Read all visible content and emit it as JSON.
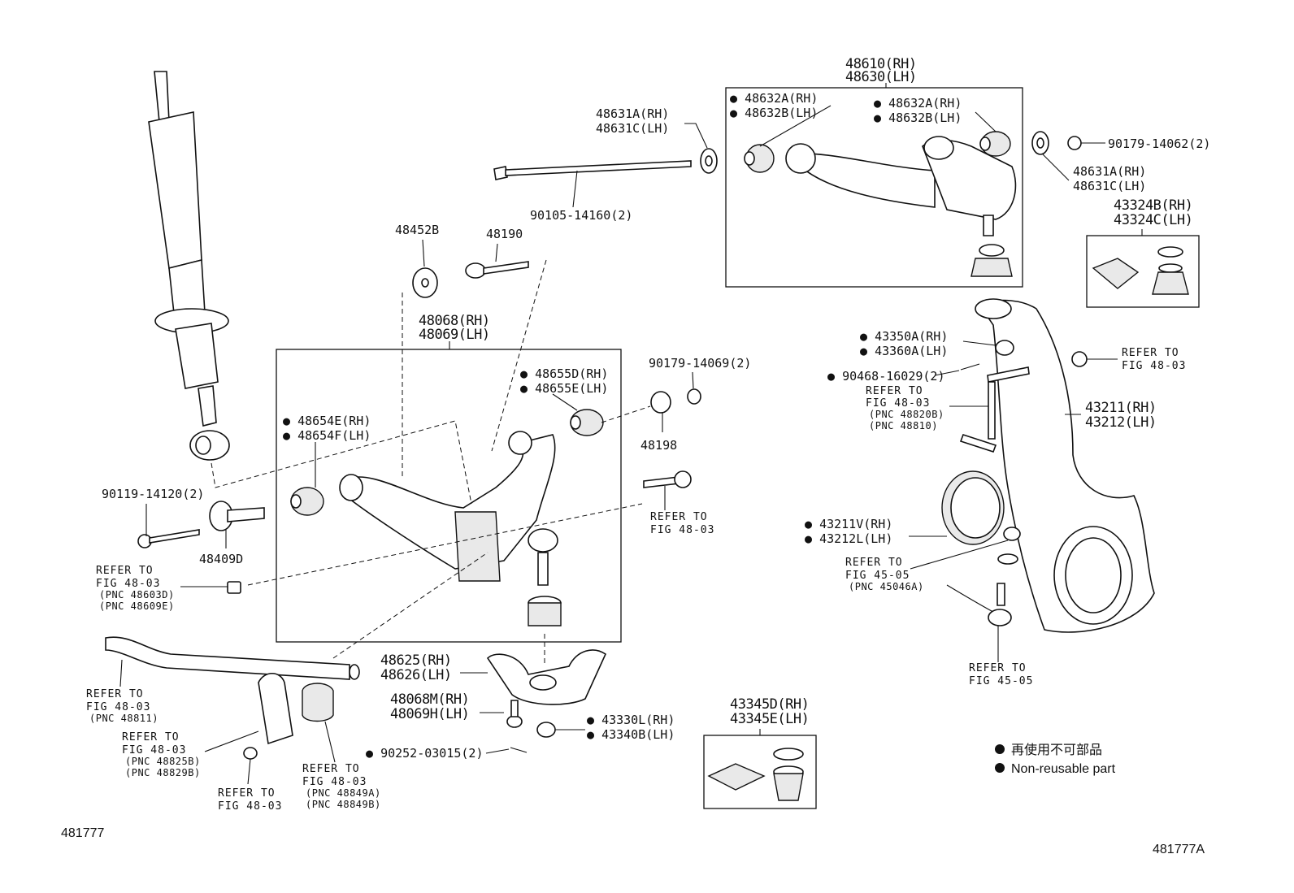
{
  "diagram_id": "481777",
  "diagram_id_alt": "481777A",
  "legend": {
    "japanese": "再使用不可部品",
    "english": "Non-reusable part"
  },
  "labels": {
    "upper_arm_rh": "48610(RH)",
    "upper_arm_lh": "48630(LH)",
    "upper_bush_1_rh": "48632A(RH)",
    "upper_bush_1_lh": "48632B(LH)",
    "upper_bush_2_rh": "48632A(RH)",
    "upper_bush_2_lh": "48632B(LH)",
    "washer_left_rh": "48631A(RH)",
    "washer_left_lh": "48631C(LH)",
    "washer_right_rh": "48631A(RH)",
    "washer_right_lh": "48631C(LH)",
    "nut_upper": "90179-14062(2)",
    "bolt_upper": "90105-14160(2)",
    "boot_kit_upper_rh": "43324B(RH)",
    "boot_kit_upper_lh": "43324C(LH)",
    "cam_plate": "48452B",
    "cam_bolt": "48190",
    "lower_arm_rh": "48068(RH)",
    "lower_arm_lh": "48069(LH)",
    "lower_bush_rear_rh": "48655D(RH)",
    "lower_bush_rear_lh": "48655E(LH)",
    "lower_bush_front_rh": "48654E(RH)",
    "lower_bush_front_lh": "48654F(LH)",
    "nut_lower": "90179-14069(2)",
    "cam_washer": "48198",
    "bolt_lower": "90119-14120(2)",
    "cam_plate_lower": "48409D",
    "nut_knuckle_rh": "43350A(RH)",
    "nut_knuckle_lh": "43360A(LH)",
    "cotter_pin_1": "90468-16029(2)",
    "knuckle_rh": "43211(RH)",
    "knuckle_lh": "43212(LH)",
    "oil_seal_rh": "43211V(RH)",
    "oil_seal_lh": "43212L(LH)",
    "ball_joint_rh": "48625(RH)",
    "ball_joint_lh": "48626(LH)",
    "bolt_ball_joint_rh": "48068M(RH)",
    "bolt_ball_joint_lh": "48069H(LH)",
    "nut_ball_rh": "43330L(RH)",
    "nut_ball_lh": "43340B(LH)",
    "cotter_pin_2": "90252-03015(2)",
    "boot_kit_lower_rh": "43345D(RH)",
    "boot_kit_lower_lh": "43345E(LH)"
  },
  "refs": {
    "refer_to": "REFER TO",
    "fig_48_03": "FIG 48-03",
    "fig_45_05": "FIG 45-05",
    "pnc_48603d": "(PNC 48603D)",
    "pnc_48609e": "(PNC 48609E)",
    "pnc_48811": "(PNC 48811)",
    "pnc_48825b": "(PNC 48825B)",
    "pnc_48829b": "(PNC 48829B)",
    "pnc_48849a": "(PNC 48849A)",
    "pnc_48849b": "(PNC 48849B)",
    "pnc_48820b": "(PNC 48820B)",
    "pnc_48810": "(PNC 48810)",
    "pnc_45046a": "(PNC 45046A)"
  }
}
